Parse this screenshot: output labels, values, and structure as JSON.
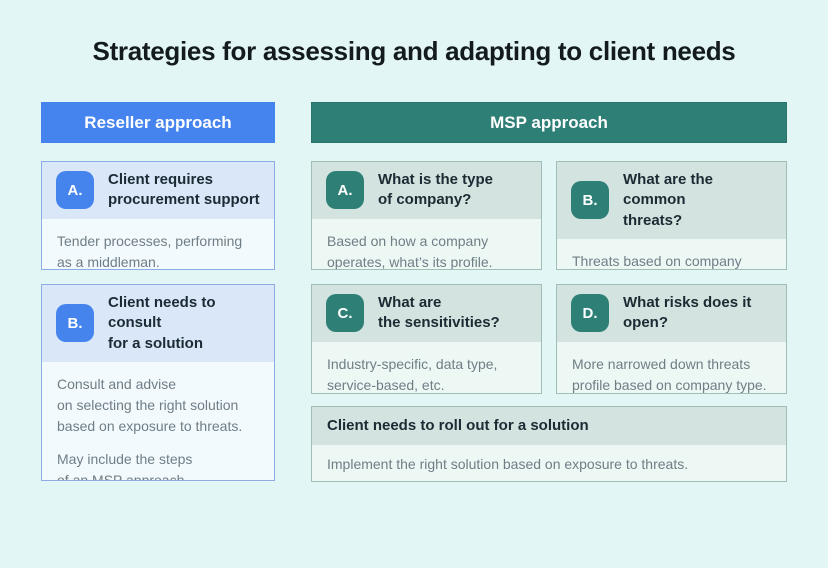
{
  "title": "Strategies for assessing and adapting to client needs",
  "colors": {
    "page_background": "#E3F6F6",
    "reseller_accent": "#4583EE",
    "reseller_band": "#D9E7F9",
    "msp_accent": "#2E7F76",
    "msp_band": "#D3E3DF"
  },
  "reseller": {
    "header": "Reseller approach",
    "cards": [
      {
        "badge": "A.",
        "title": "Client requires\nprocurement support",
        "body": [
          "Tender processes, performing\nas a middleman."
        ]
      },
      {
        "badge": "B.",
        "title": "Client needs to consult\nfor a solution",
        "body": [
          "Consult and advise\non selecting the right solution\nbased on exposure to threats.",
          "May include the steps\nof an MSP approach."
        ]
      }
    ]
  },
  "msp": {
    "header": "MSP approach",
    "cards": [
      {
        "badge": "A.",
        "title": "What is the type\nof company?",
        "body": [
          "Based on how a company\noperates, what’s its profile."
        ]
      },
      {
        "badge": "B.",
        "title": "What are the common\nthreats?",
        "body": [
          "Threats based on company setup\nand profile."
        ]
      },
      {
        "badge": "C.",
        "title": "What are\nthe sensitivities?",
        "body": [
          "Industry-specific, data type,\nservice-based, etc."
        ]
      },
      {
        "badge": "D.",
        "title": "What risks does it open?",
        "body": [
          "More narrowed down threats\nprofile based on company type."
        ]
      }
    ],
    "footer_card": {
      "title": "Client needs to roll out for a solution",
      "body": "Implement the right solution based on exposure to threats."
    }
  }
}
